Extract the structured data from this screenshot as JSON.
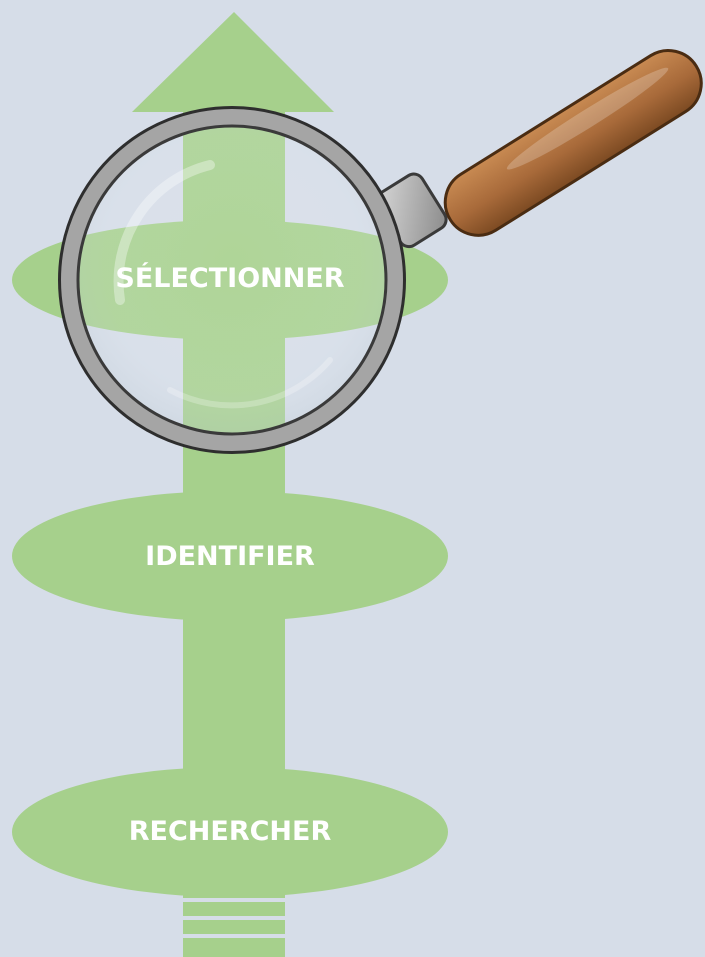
{
  "diagram": {
    "steps": [
      {
        "label": "RECHERCHER"
      },
      {
        "label": "IDENTIFIER"
      },
      {
        "label": "SÉLECTIONNER"
      }
    ],
    "colors": {
      "background": "#d6dde8",
      "arrow": "#a6d08c",
      "ellipse": "#a6d08c",
      "label_text": "#ffffff",
      "magnifier_rim": "#9a9a9a",
      "magnifier_handle": "#a86a3a"
    },
    "icons": [
      "up-arrow-icon",
      "magnifying-glass-icon"
    ]
  }
}
